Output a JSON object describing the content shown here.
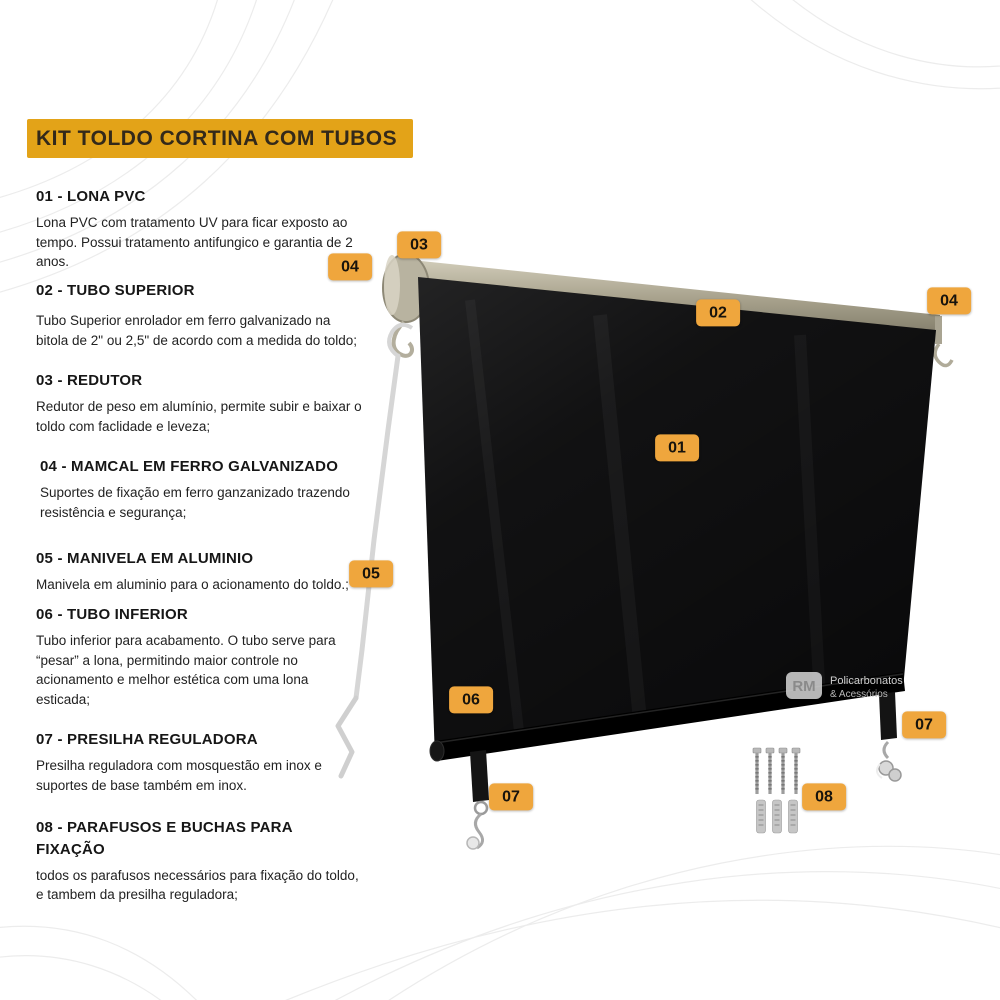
{
  "title": "KIT TOLDO CORTINA COM TUBOS",
  "items": [
    {
      "heading": "01 - LONA PVC",
      "body": "Lona PVC com tratamento UV para ficar exposto ao tempo. Possui tratamento antifungico e garantia de 2 anos."
    },
    {
      "heading": "02 - TUBO SUPERIOR",
      "body": "Tubo Superior enrolador em ferro galvanizado na bitola de 2\" ou 2,5\" de acordo com a medida do toldo;"
    },
    {
      "heading": "03 - REDUTOR",
      "body": "Redutor de peso em alumínio, permite subir e baixar o toldo com faclidade e leveza;"
    },
    {
      "heading": "04 - MAMCAL  EM FERRO GALVANIZADO",
      "body": "Suportes de fixação em ferro ganzanizado trazendo resistência e segurança;"
    },
    {
      "heading": "05 - MANIVELA EM ALUMINIO",
      "body": "Manivela em aluminio para o acionamento do toldo.;"
    },
    {
      "heading": "06 - TUBO INFERIOR",
      "body": "Tubo inferior para acabamento. O tubo serve para “pesar” a lona, permitindo maior controle no acionamento e melhor estética com uma lona esticada;"
    },
    {
      "heading": "07 - PRESILHA REGULADORA",
      "body": "Presilha reguladora com mosquestão em inox e suportes de base também em inox."
    },
    {
      "heading": "08 - PARAFUSOS E BUCHAS PARA FIXAÇÃO",
      "body": "todos os parafusos necessários para fixação do toldo, e tambem da presilha reguladora;"
    }
  ],
  "badges": [
    {
      "label": "03"
    },
    {
      "label": "04"
    },
    {
      "label": "02"
    },
    {
      "label": "04"
    },
    {
      "label": "01"
    },
    {
      "label": "05"
    },
    {
      "label": "06"
    },
    {
      "label": "07"
    },
    {
      "label": "08"
    },
    {
      "label": "07"
    }
  ],
  "watermark": {
    "logo": "RM",
    "line1": "Policarbonatos",
    "line2": "& Acessórios"
  },
  "colors": {
    "accent": "#e3a318",
    "badge": "#efa63d",
    "tarp": "#0a0a0b",
    "text": "#1d1d1d"
  }
}
